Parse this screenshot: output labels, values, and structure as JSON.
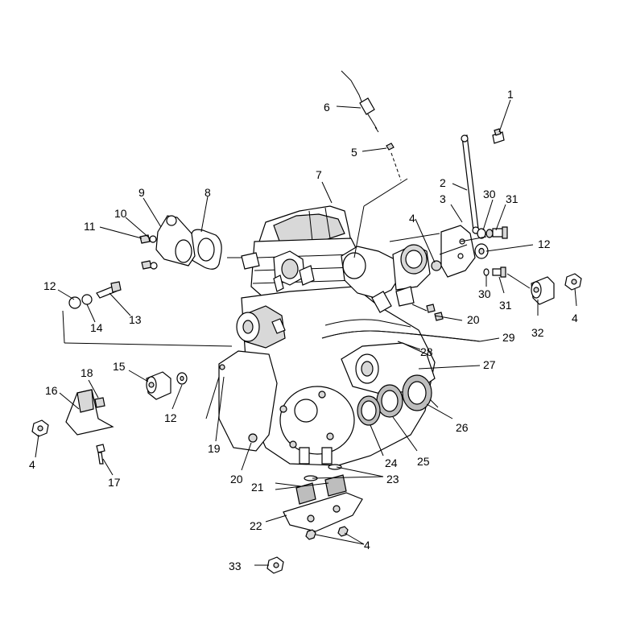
{
  "callouts": {
    "c1": "1",
    "c2": "2",
    "c3": "3",
    "c4a": "4",
    "c4b": "4",
    "c4c": "4",
    "c4d": "4",
    "c5": "5",
    "c6": "6",
    "c7": "7",
    "c8": "8",
    "c9": "9",
    "c10": "10",
    "c11": "11",
    "c12a": "12",
    "c12b": "12",
    "c12c": "12",
    "c13": "13",
    "c14": "14",
    "c15": "15",
    "c16": "16",
    "c17": "17",
    "c18": "18",
    "c19": "19",
    "c20a": "20",
    "c20b": "20",
    "c21": "21",
    "c22": "22",
    "c23": "23",
    "c24": "24",
    "c25": "25",
    "c26": "26",
    "c27": "27",
    "c28": "28",
    "c29": "29",
    "c30a": "30",
    "c30b": "30",
    "c31a": "31",
    "c31b": "31",
    "c32": "32",
    "c33": "33"
  },
  "colors": {
    "line": "#000000",
    "background": "#ffffff",
    "shade_light": "#d8d8d8",
    "shade_mid": "#bdbdbd"
  }
}
